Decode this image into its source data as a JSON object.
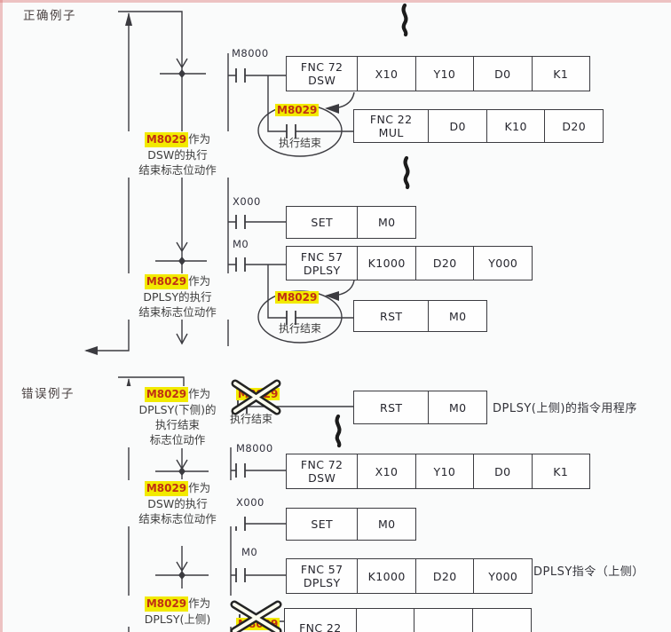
{
  "titles": {
    "correct": "正确例子",
    "error": "错误例子"
  },
  "correct": {
    "notes": [
      {
        "hl": "M8029",
        "suffix": "作为",
        "lines": [
          "DSW的执行",
          "结束标志位动作"
        ]
      },
      {
        "hl": "M8029",
        "suffix": "作为",
        "lines": [
          "DPLSY的执行",
          "结束标志位动作"
        ]
      }
    ],
    "flags": [
      {
        "label": "M8029",
        "caption": "执行结束"
      },
      {
        "label": "M8029",
        "caption": "执行结束"
      }
    ],
    "rungs": {
      "dsw": {
        "contact": "M8000",
        "fnc": "FNC 72",
        "name": "DSW",
        "cells": [
          "X10",
          "Y10",
          "D0",
          "K1"
        ]
      },
      "mul": {
        "fnc": "FNC 22",
        "name": "MUL",
        "cells": [
          "D0",
          "K10",
          "D20"
        ]
      },
      "set": {
        "contact": "X000",
        "op": "SET",
        "operand": "M0"
      },
      "dplsy": {
        "contact": "M0",
        "fnc": "FNC 57",
        "name": "DPLSY",
        "cells": [
          "K1000",
          "D20",
          "Y000"
        ]
      },
      "rst": {
        "op": "RST",
        "operand": "M0"
      }
    }
  },
  "error": {
    "notes": [
      {
        "hl": "M8029",
        "suffix": "作为",
        "lines": [
          "DPLSY(下侧)的",
          "执行结束",
          "标志位动作"
        ]
      },
      {
        "hl": "M8029",
        "suffix": "作为",
        "lines": [
          "DSW的执行",
          "结束标志位动作"
        ]
      },
      {
        "hl": "M8029",
        "suffix": "作为",
        "lines": [
          "DPLSY(上侧)"
        ]
      }
    ],
    "rungs": {
      "rst": {
        "flag": "M8029",
        "caption": "执行结束",
        "op": "RST",
        "operand": "M0",
        "annotation": "DPLSY(上侧)的指令用程序"
      },
      "dsw": {
        "contact": "M8000",
        "fnc": "FNC 72",
        "name": "DSW",
        "cells": [
          "X10",
          "Y10",
          "D0",
          "K1"
        ]
      },
      "set": {
        "contact": "X000",
        "op": "SET",
        "operand": "M0"
      },
      "dplsy": {
        "contact": "M0",
        "fnc": "FNC 57",
        "name": "DPLSY",
        "cells": [
          "K1000",
          "D20",
          "Y000"
        ],
        "annotation": "DPLSY指令（上侧）"
      },
      "mul2": {
        "flag": "M8029",
        "fnc": "FNC 22"
      }
    }
  },
  "colors": {
    "highlight": "#f2ea00",
    "flag_text": "#c03014",
    "wire": "#3b3b40",
    "bg": "#fafbfb",
    "page_border": "#d96f6f"
  }
}
